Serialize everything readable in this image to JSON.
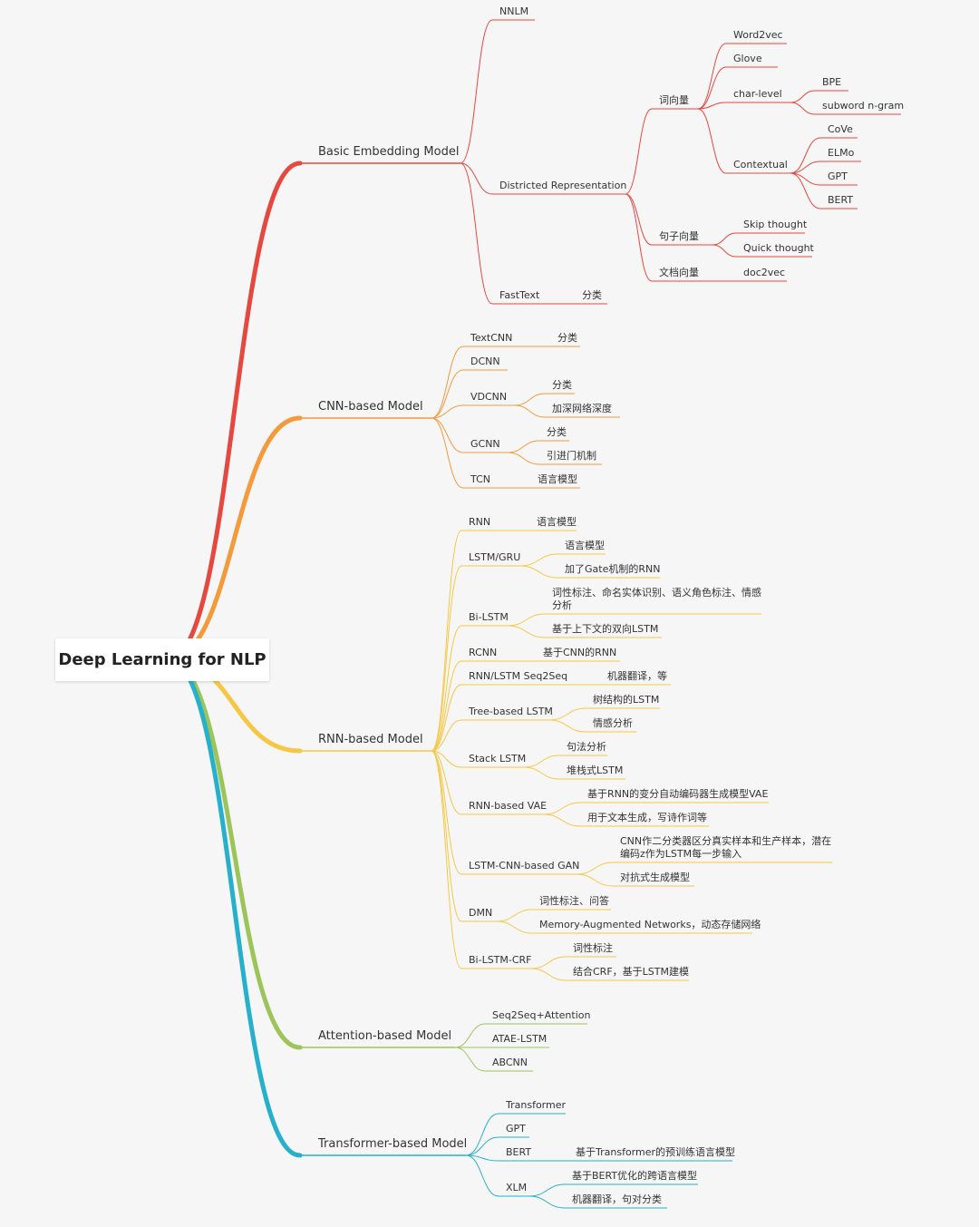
{
  "root": "Deep Learning for NLP",
  "branches": [
    {
      "label": "Basic Embedding Model",
      "color": "#e5483f",
      "children": [
        {
          "label": "NNLM"
        },
        {
          "label": "Districted Representation",
          "children": [
            {
              "label": "词向量",
              "children": [
                {
                  "label": "Word2vec"
                },
                {
                  "label": "Glove"
                },
                {
                  "label": "char-level",
                  "children": [
                    {
                      "label": "BPE"
                    },
                    {
                      "label": "subword n-gram"
                    }
                  ]
                },
                {
                  "label": "Contextual",
                  "children": [
                    {
                      "label": "CoVe"
                    },
                    {
                      "label": "ELMo"
                    },
                    {
                      "label": "GPT"
                    },
                    {
                      "label": "BERT"
                    }
                  ]
                }
              ]
            },
            {
              "label": "句子向量",
              "children": [
                {
                  "label": "Skip thought"
                },
                {
                  "label": "Quick thought"
                }
              ]
            },
            {
              "label": "文档向量",
              "children": [
                {
                  "label": "doc2vec"
                }
              ]
            }
          ]
        },
        {
          "label": "FastText",
          "children": [
            {
              "label": "分类"
            }
          ]
        }
      ]
    },
    {
      "label": "CNN-based Model",
      "color": "#f49a3a",
      "children": [
        {
          "label": "TextCNN",
          "children": [
            {
              "label": "分类"
            }
          ]
        },
        {
          "label": "DCNN"
        },
        {
          "label": "VDCNN",
          "children": [
            {
              "label": "分类"
            },
            {
              "label": "加深网络深度"
            }
          ]
        },
        {
          "label": "GCNN",
          "children": [
            {
              "label": "分类"
            },
            {
              "label": "引进门机制"
            }
          ]
        },
        {
          "label": "TCN",
          "children": [
            {
              "label": "语言模型"
            }
          ]
        }
      ]
    },
    {
      "label": "RNN-based Model",
      "color": "#f6c745",
      "children": [
        {
          "label": "RNN",
          "children": [
            {
              "label": "语言模型"
            }
          ]
        },
        {
          "label": "LSTM/GRU",
          "children": [
            {
              "label": "语言模型"
            },
            {
              "label": "加了Gate机制的RNN"
            }
          ]
        },
        {
          "label": "Bi-LSTM",
          "children": [
            {
              "label": "词性标注、命名实体识别、语义角色标注、情感分析"
            },
            {
              "label": "基于上下文的双向LSTM"
            }
          ]
        },
        {
          "label": "RCNN",
          "children": [
            {
              "label": "基于CNN的RNN"
            }
          ]
        },
        {
          "label": "RNN/LSTM Seq2Seq",
          "children": [
            {
              "label": "机器翻译，等"
            }
          ]
        },
        {
          "label": "Tree-based LSTM",
          "children": [
            {
              "label": "树结构的LSTM"
            },
            {
              "label": "情感分析"
            }
          ]
        },
        {
          "label": "Stack LSTM",
          "children": [
            {
              "label": "句法分析"
            },
            {
              "label": "堆栈式LSTM"
            }
          ]
        },
        {
          "label": "RNN-based VAE",
          "children": [
            {
              "label": "基于RNN的变分自动编码器生成模型VAE"
            },
            {
              "label": "用于文本生成，写诗作词等"
            }
          ]
        },
        {
          "label": "LSTM-CNN-based GAN",
          "children": [
            {
              "label": "CNN作二分类器区分真实样本和生产样本，潜在编码z作为LSTM每一步输入"
            },
            {
              "label": "对抗式生成模型"
            }
          ]
        },
        {
          "label": "DMN",
          "children": [
            {
              "label": "词性标注、问答"
            },
            {
              "label": "Memory-Augmented  Networks，动态存储网络"
            }
          ]
        },
        {
          "label": "Bi-LSTM-CRF",
          "children": [
            {
              "label": "词性标注"
            },
            {
              "label": "结合CRF，基于LSTM建模"
            }
          ]
        }
      ]
    },
    {
      "label": "Attention-based Model",
      "color": "#9dc45a",
      "children": [
        {
          "label": "Seq2Seq+Attention"
        },
        {
          "label": "ATAE-LSTM"
        },
        {
          "label": "ABCNN"
        }
      ]
    },
    {
      "label": "Transformer-based Model",
      "color": "#27b0cb",
      "children": [
        {
          "label": "Transformer"
        },
        {
          "label": "GPT"
        },
        {
          "label": "BERT",
          "children": [
            {
              "label": "基于Transformer的预训练语言模型"
            }
          ]
        },
        {
          "label": "XLM",
          "children": [
            {
              "label": "基于BERT优化的跨语言模型"
            },
            {
              "label": "机器翻译，句对分类"
            }
          ]
        }
      ]
    }
  ]
}
